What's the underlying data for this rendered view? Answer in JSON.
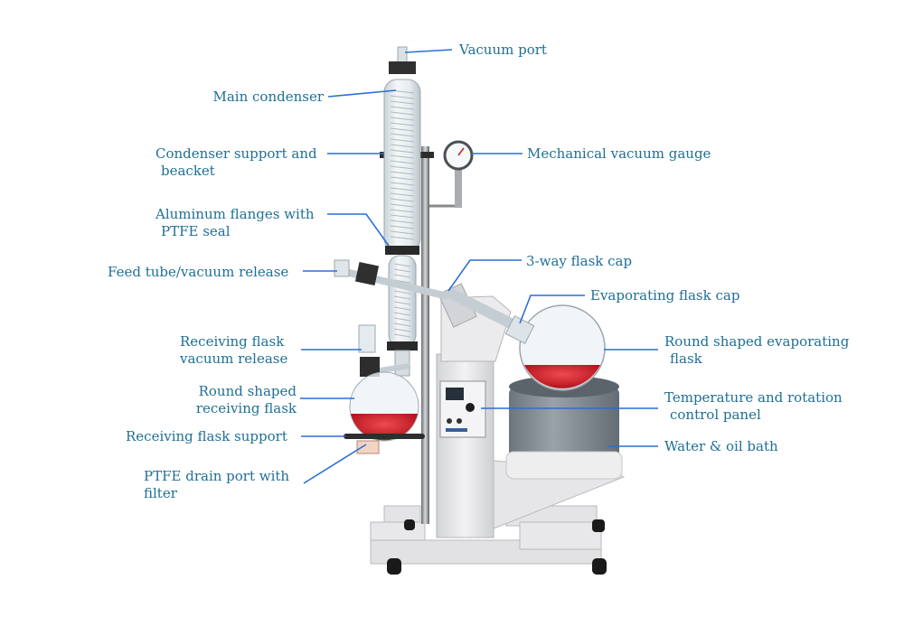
{
  "colors": {
    "label_text": "#1f6f95",
    "leader_line": "#2a6fd6",
    "machine_body": "#e8e8ea",
    "liquid": "#d2262f",
    "bath": "#7f8790",
    "glass": "#dfe6ea"
  },
  "labels": {
    "vacuum_port": "Vacuum port",
    "main_condenser": "Main condenser",
    "condenser_support": [
      "Condenser support and",
      "beacket"
    ],
    "aluminum_flanges": [
      "Aluminum flanges with",
      "PTFE seal"
    ],
    "feed_tube": "Feed tube/vacuum release",
    "receiving_vacuum_release": [
      "Receiving  flask",
      "vacuum release"
    ],
    "round_receiving": [
      "Round shaped",
      "receiving flask"
    ],
    "receiving_support": "Receiving flask support",
    "ptfe_drain": [
      "PTFE drain port with",
      "filter"
    ],
    "mechanical_gauge": "Mechanical vacuum gauge",
    "three_way_cap": "3-way flask cap",
    "evaporating_cap": "Evaporating flask cap",
    "round_evaporating": [
      "Round shaped evaporating",
      "flask"
    ],
    "control_panel": [
      "Temperature and rotation",
      "control panel"
    ],
    "bath": "Water & oil bath"
  }
}
